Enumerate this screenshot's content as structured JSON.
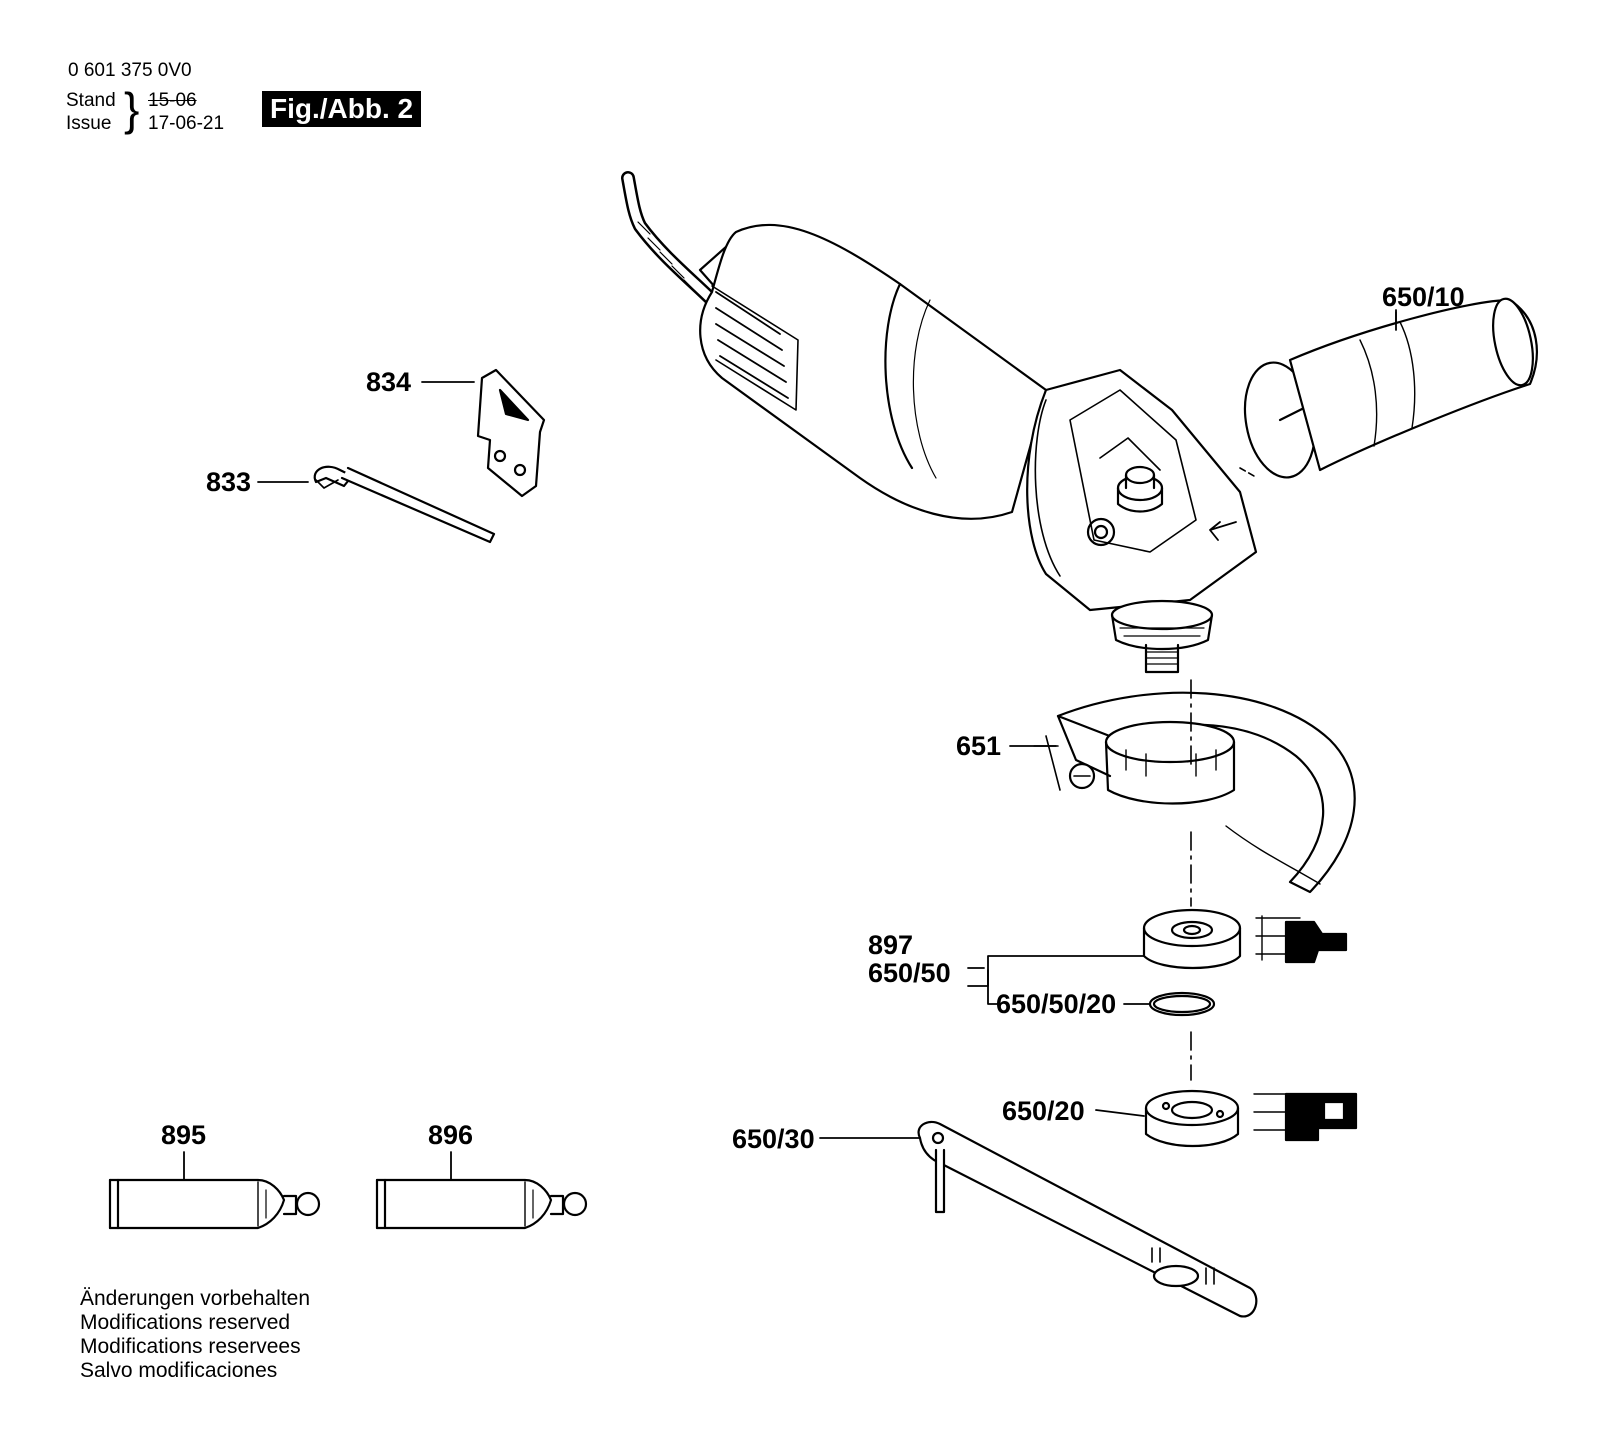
{
  "header": {
    "doc_number": "0 601 375 0V0",
    "stand_label": "Stand",
    "issue_label": "Issue",
    "old_date": "15-06",
    "issue_date": "17-06-21",
    "figure_label": "Fig./Abb. 2"
  },
  "parts": {
    "p650_10": "650/10",
    "p834": "834",
    "p833": "833",
    "p651": "651",
    "p897": "897",
    "p650_50": "650/50",
    "p650_50_20": "650/50/20",
    "p650_20": "650/20",
    "p650_30": "650/30",
    "p895": "895",
    "p896": "896"
  },
  "footer_notes": [
    "Änderungen vorbehalten",
    "Modifications reserved",
    "Modifications reservees",
    "Salvo modificaciones"
  ],
  "colors": {
    "ink": "#000000",
    "paper": "#ffffff"
  }
}
